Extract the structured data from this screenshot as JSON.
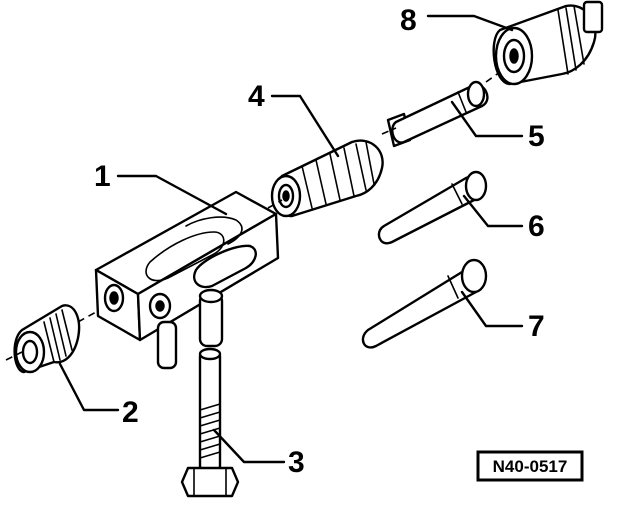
{
  "diagram": {
    "reference_code": "N40-0517",
    "callouts": [
      {
        "id": "1",
        "label": "1"
      },
      {
        "id": "2",
        "label": "2"
      },
      {
        "id": "3",
        "label": "3"
      },
      {
        "id": "4",
        "label": "4"
      },
      {
        "id": "5",
        "label": "5"
      },
      {
        "id": "6",
        "label": "6"
      },
      {
        "id": "7",
        "label": "7"
      },
      {
        "id": "8",
        "label": "8"
      }
    ]
  }
}
